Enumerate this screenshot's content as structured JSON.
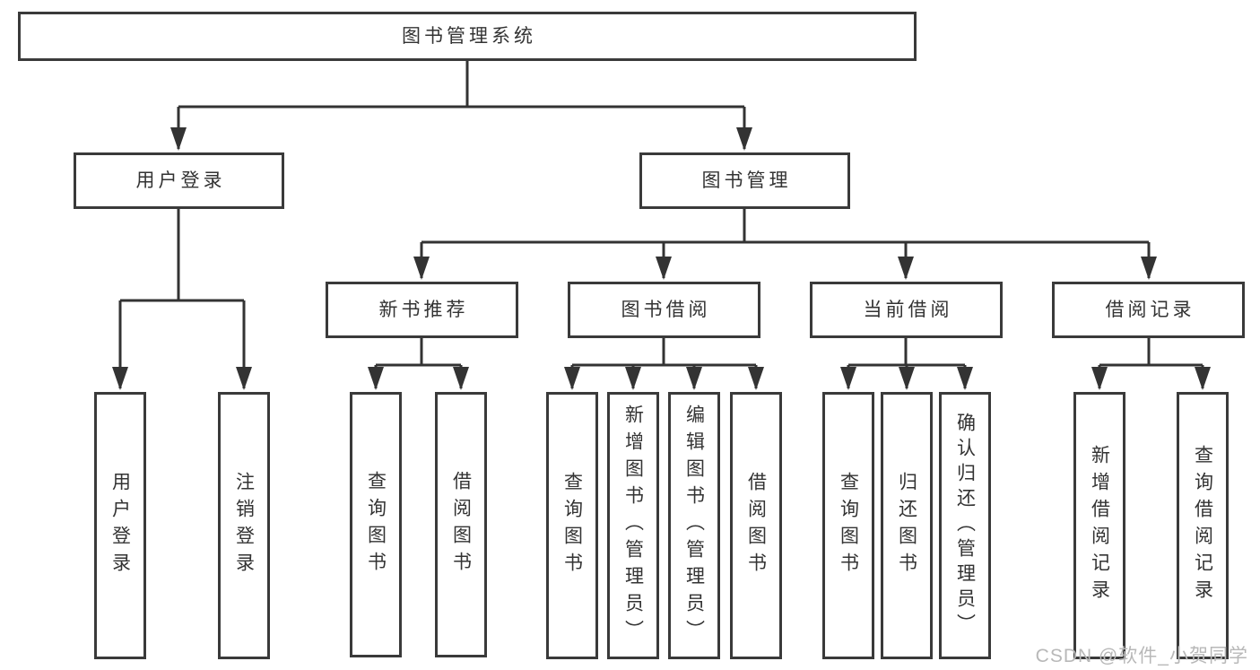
{
  "diagram_type": "hierarchy-tree",
  "colors": {
    "background": "#ffffff",
    "line": "#333333",
    "box_border": "#3a3a3a",
    "text": "#333333",
    "watermark": "#b8b8b8"
  },
  "tree": {
    "root": "图书管理系统",
    "children": [
      {
        "label": "用户登录",
        "children": [
          "用户登录",
          "注销登录"
        ]
      },
      {
        "label": "图书管理",
        "children": [
          {
            "label": "新书推荐",
            "children": [
              "查询图书",
              "借阅图书"
            ]
          },
          {
            "label": "图书借阅",
            "children": [
              "查询图书",
              "新增图书（管理员）",
              "编辑图书（管理员）",
              "借阅图书"
            ]
          },
          {
            "label": "当前借阅",
            "children": [
              "查询图书",
              "归还图书",
              "确认归还（管理员）"
            ]
          },
          {
            "label": "借阅记录",
            "children": [
              "新增借阅记录",
              "查询借阅记录"
            ]
          }
        ]
      }
    ]
  },
  "watermark": "CSDN @软件_小贺同学"
}
